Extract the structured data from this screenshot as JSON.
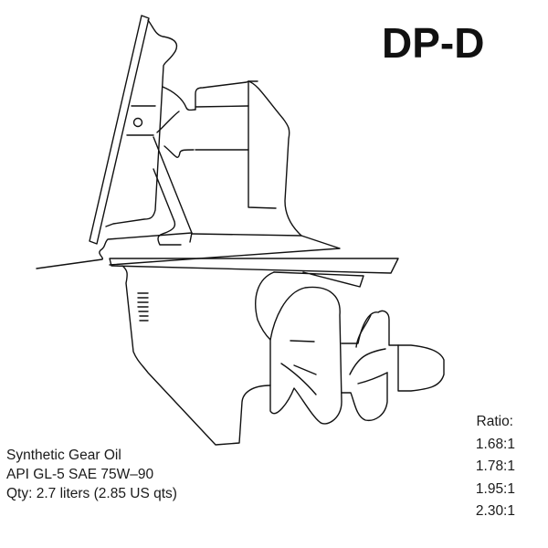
{
  "title": "DP-D",
  "oil_spec": {
    "lines": [
      "Synthetic Gear Oil",
      "API GL-5 SAE 75W–90",
      "Qty: 2.7 liters (2.85 US qts)"
    ]
  },
  "ratio": {
    "label": "Ratio:",
    "values": [
      "1.68:1",
      "1.78:1",
      "1.95:1",
      "2.30:1"
    ]
  },
  "drawing": {
    "subject": "sterndrive-unit-line-drawing",
    "stroke_color": "#111111",
    "background": "#ffffff"
  }
}
